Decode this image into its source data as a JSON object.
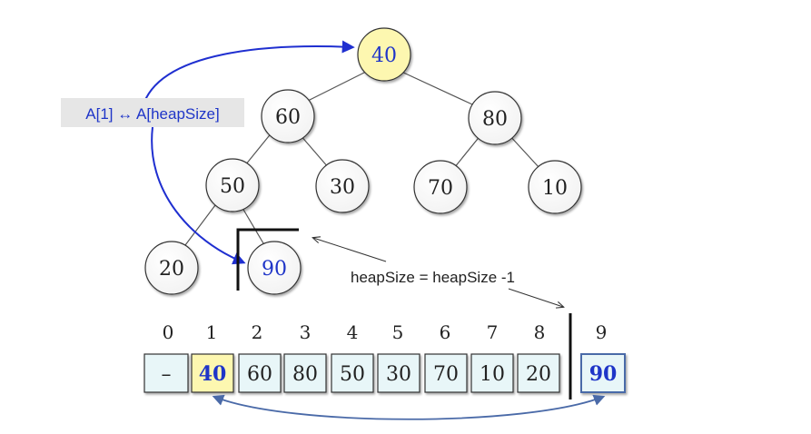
{
  "swap_label": "A[1] ↔ A[heapSize]",
  "heap_label": "heapSize = heapSize -1",
  "tree_nodes": [
    {
      "key": "root",
      "value": "40",
      "highlight": "yellow"
    },
    {
      "key": "n2",
      "value": "60"
    },
    {
      "key": "n3",
      "value": "80"
    },
    {
      "key": "n4",
      "value": "50"
    },
    {
      "key": "n5",
      "value": "30"
    },
    {
      "key": "n6",
      "value": "70"
    },
    {
      "key": "n7",
      "value": "10"
    },
    {
      "key": "n8",
      "value": "20"
    },
    {
      "key": "n9",
      "value": "90",
      "highlight": "blue-text"
    }
  ],
  "array": {
    "indices": [
      "0",
      "1",
      "2",
      "3",
      "4",
      "5",
      "6",
      "7",
      "8",
      "9"
    ],
    "cells": [
      {
        "value": "–"
      },
      {
        "value": "40",
        "highlight": "yellow"
      },
      {
        "value": "60"
      },
      {
        "value": "80"
      },
      {
        "value": "50"
      },
      {
        "value": "30"
      },
      {
        "value": "70"
      },
      {
        "value": "10"
      },
      {
        "value": "20"
      },
      {
        "value": "90",
        "highlight": "blue"
      }
    ]
  },
  "colors": {
    "node_fill": "#ffffff",
    "root_fill": "#fdf7b0",
    "cell_fill": "#e8f6f8",
    "cell_highlight_fill": "#fdf7b0",
    "highlight_text": "#1f35c8",
    "swap_arrow": "#1f2fd0",
    "array_arrow": "#4a6aa8",
    "label_bg": "#e6e6e6"
  }
}
